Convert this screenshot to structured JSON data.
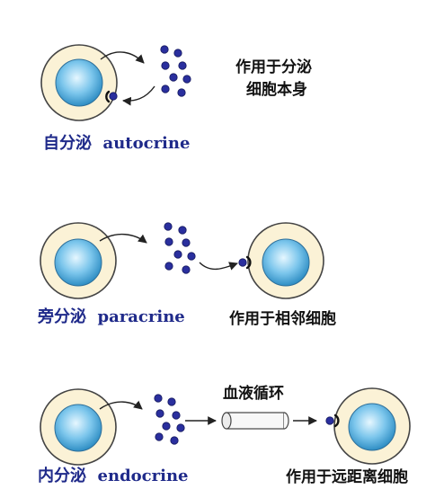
{
  "panels": {
    "autocrine": {
      "label": "自分泌  autocrine",
      "description_line1": "作用于分泌",
      "description_line2": "细胞本身"
    },
    "paracrine": {
      "label": "旁分泌  paracrine",
      "description": "作用于相邻细胞"
    },
    "endocrine": {
      "label": "内分泌  endocrine",
      "vessel_label": "血液循环",
      "description": "作用于远距离细胞"
    }
  },
  "colors": {
    "label_text": "#1f2a8a",
    "cell_membrane": "#fbf2d6",
    "nucleus": "#3aa3d6",
    "signal_molecule": "#2a2f9e"
  }
}
